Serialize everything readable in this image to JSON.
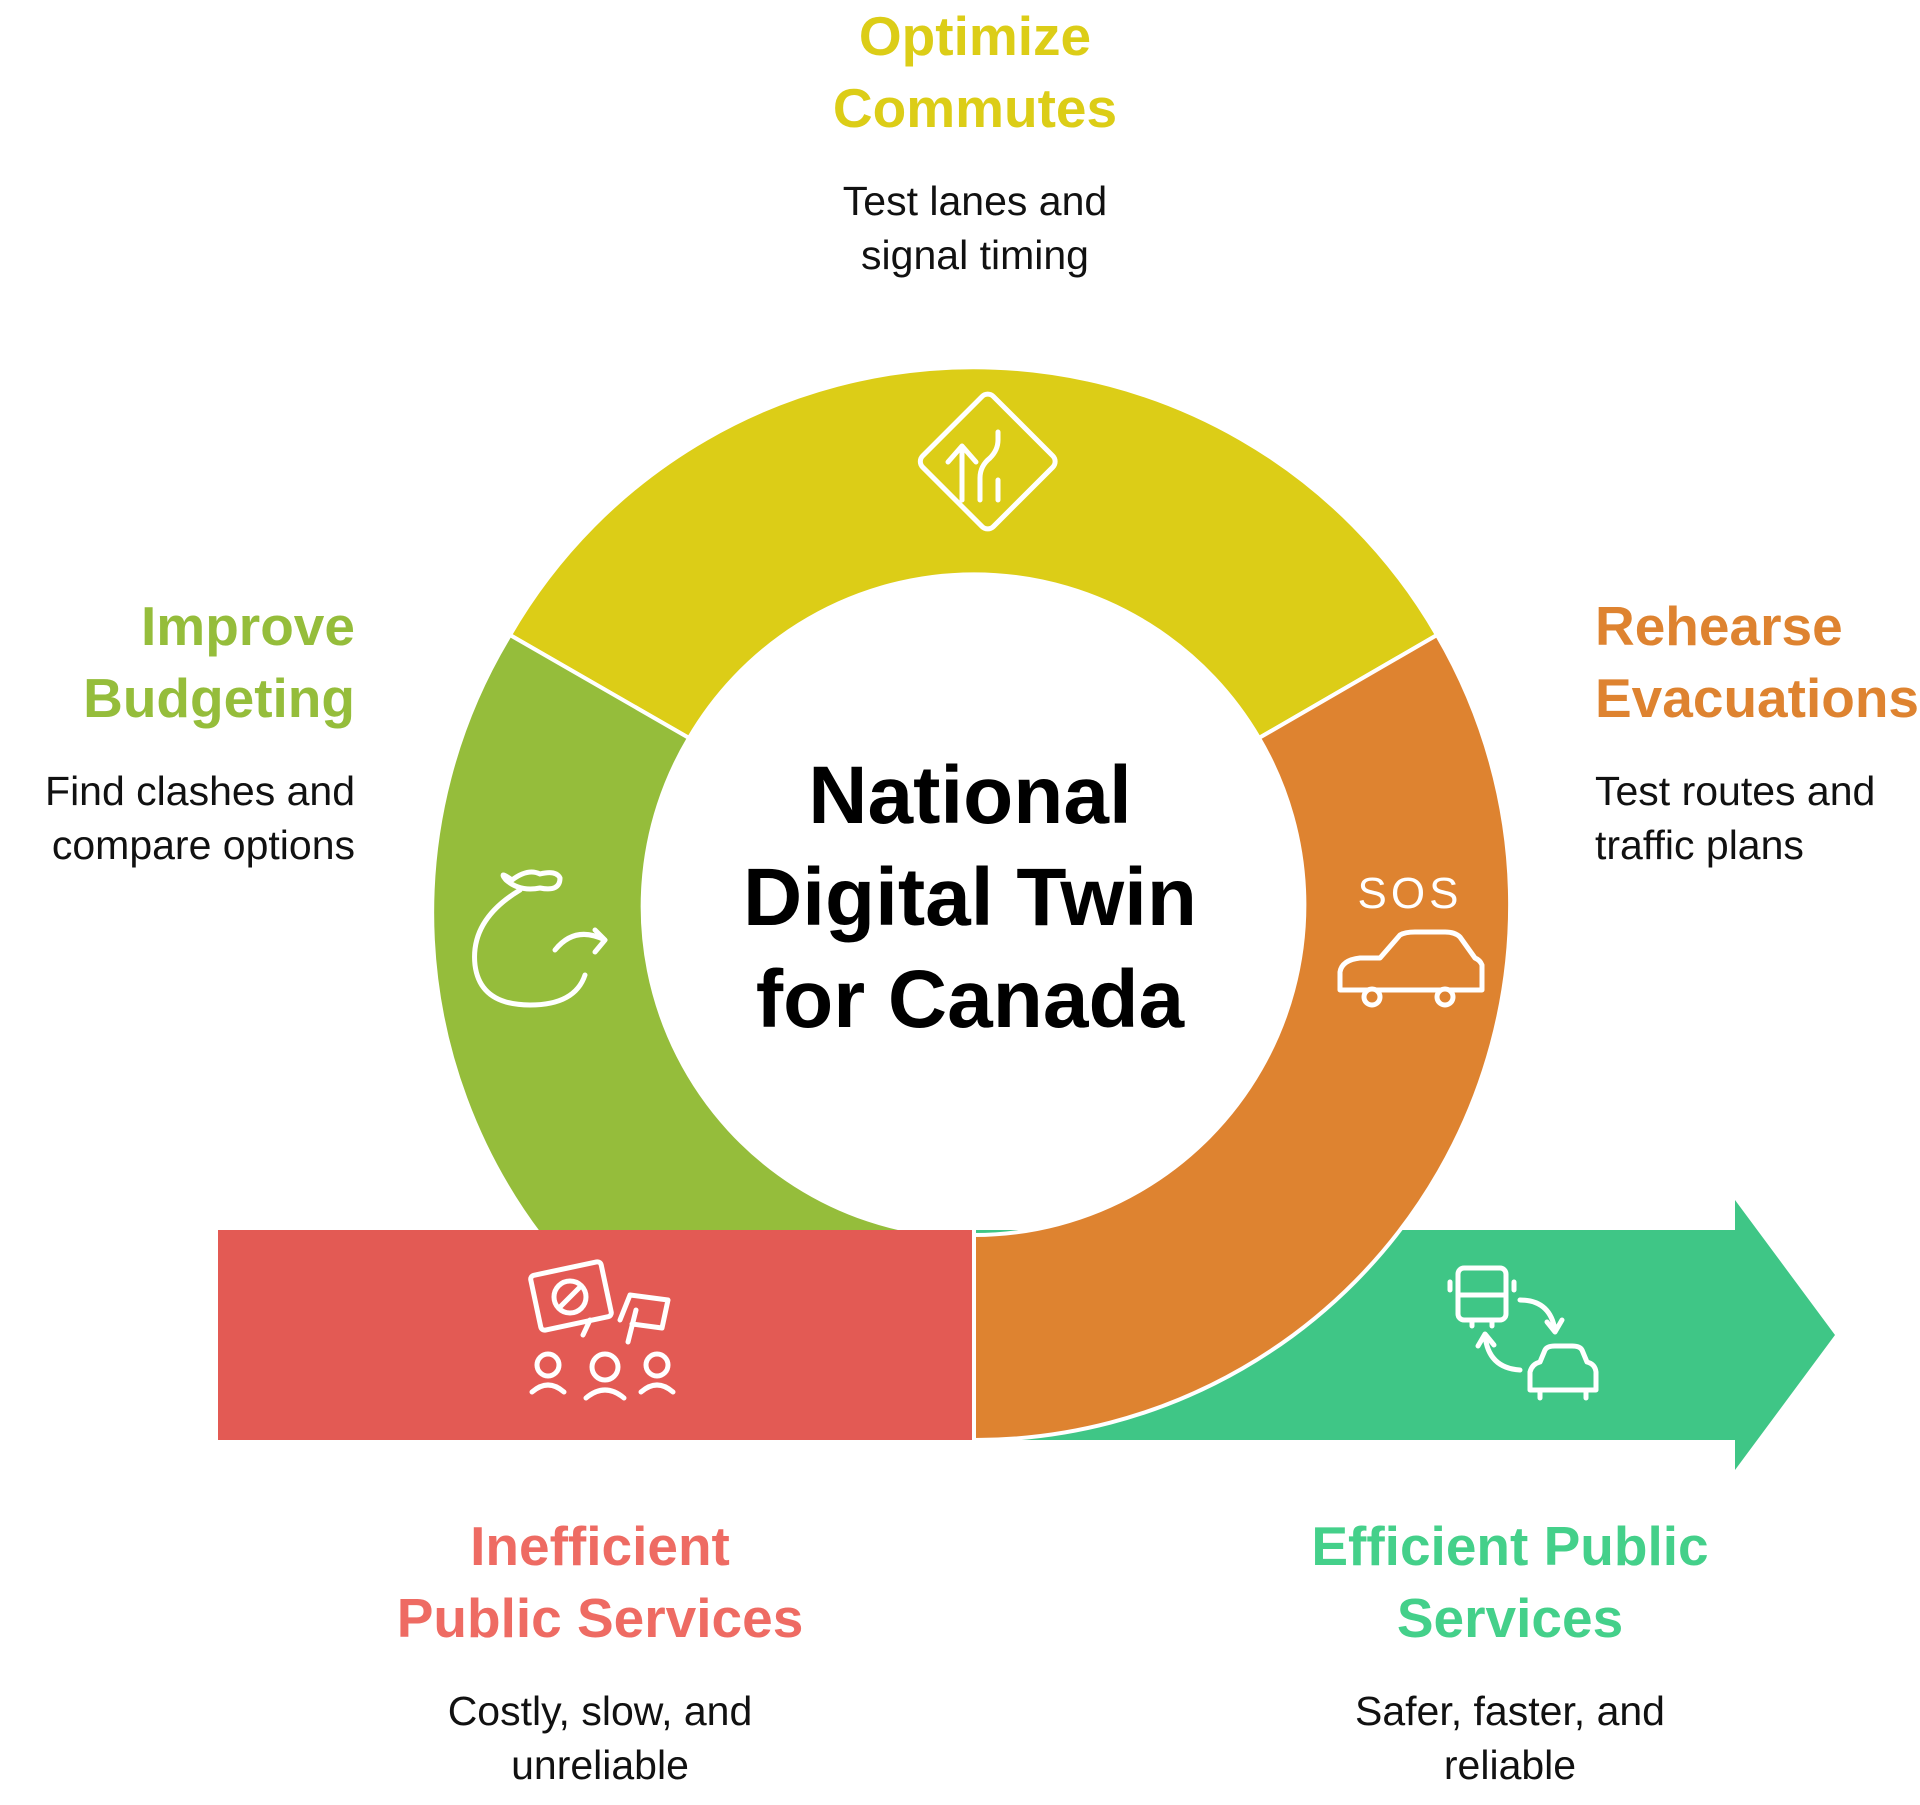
{
  "hub": {
    "title_line1": "National",
    "title_line2": "Digital Twin",
    "title_line3": "for Canada"
  },
  "segments": {
    "optimize": {
      "title_line1": "Optimize",
      "title_line2": "Commutes",
      "desc_line1": "Test lanes and",
      "desc_line2": "signal timing",
      "color": "#dccd17",
      "icon": "lane-change-sign-icon"
    },
    "budgeting": {
      "title_line1": "Improve",
      "title_line2": "Budgeting",
      "desc_line1": "Find clashes and",
      "desc_line2": "compare options",
      "color": "#95bd3b",
      "icon": "money-bag-icon"
    },
    "evacuations": {
      "title_line1": "Rehearse",
      "title_line2": "Evacuations",
      "desc_line1": "Test routes and",
      "desc_line2": "traffic plans",
      "color": "#de8330",
      "icon": "sos-car-icon",
      "icon_text": "SOS"
    },
    "inefficient": {
      "title_line1": "Inefficient",
      "title_line2": "Public Services",
      "desc_line1": "Costly, slow, and",
      "desc_line2": "unreliable",
      "color": "#e35a54",
      "title_color": "#ee6b63",
      "icon": "protest-crowd-icon"
    },
    "efficient": {
      "title_line1": "Efficient Public",
      "title_line2": "Services",
      "desc_line1": "Safer, faster, and",
      "desc_line2": "reliable",
      "color": "#3fc686",
      "title_color": "#44d08a",
      "icon": "bus-car-exchange-icon"
    }
  }
}
